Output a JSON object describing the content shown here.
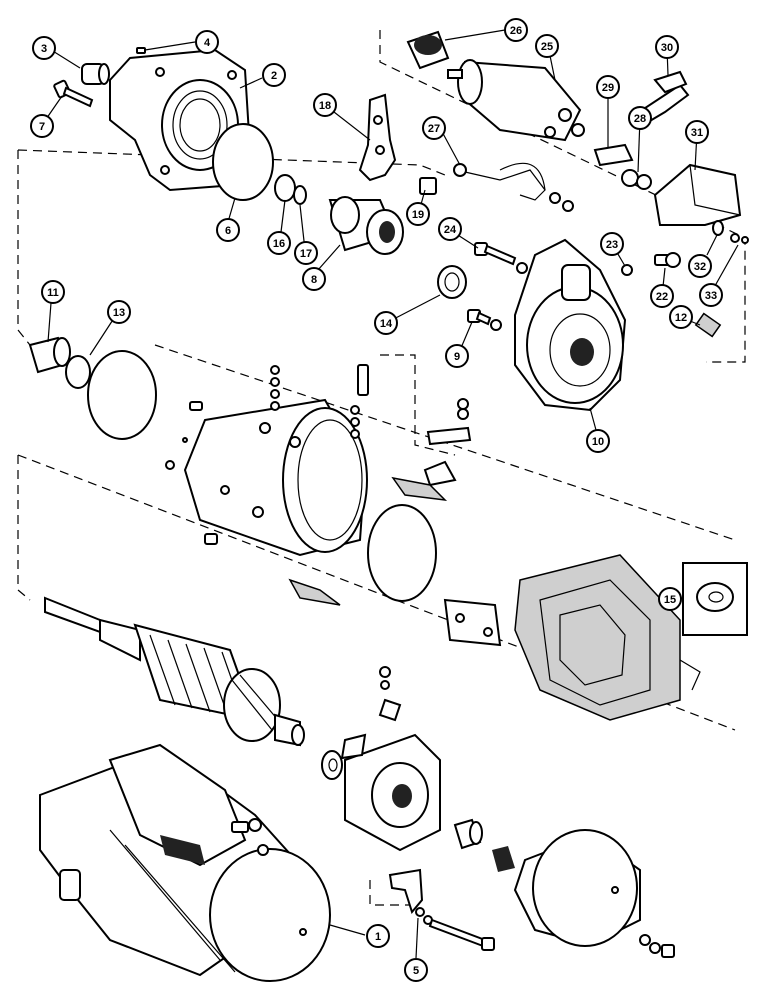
{
  "diagram": {
    "callouts": [
      {
        "id": "c1",
        "label": "1"
      },
      {
        "id": "c2",
        "label": "2"
      },
      {
        "id": "c3",
        "label": "3"
      },
      {
        "id": "c4",
        "label": "4"
      },
      {
        "id": "c5",
        "label": "5"
      },
      {
        "id": "c6",
        "label": "6"
      },
      {
        "id": "c7",
        "label": "7"
      },
      {
        "id": "c8",
        "label": "8"
      },
      {
        "id": "c9",
        "label": "9"
      },
      {
        "id": "c10",
        "label": "10"
      },
      {
        "id": "c11",
        "label": "11"
      },
      {
        "id": "c12",
        "label": "12"
      },
      {
        "id": "c13",
        "label": "13"
      },
      {
        "id": "c14",
        "label": "14"
      },
      {
        "id": "c15",
        "label": "15"
      },
      {
        "id": "c16",
        "label": "16"
      },
      {
        "id": "c17",
        "label": "17"
      },
      {
        "id": "c18",
        "label": "18"
      },
      {
        "id": "c19",
        "label": "19"
      },
      {
        "id": "c22",
        "label": "22"
      },
      {
        "id": "c23",
        "label": "23"
      },
      {
        "id": "c24",
        "label": "24"
      },
      {
        "id": "c25",
        "label": "25"
      },
      {
        "id": "c26",
        "label": "26"
      },
      {
        "id": "c27",
        "label": "27"
      },
      {
        "id": "c28",
        "label": "28"
      },
      {
        "id": "c29",
        "label": "29"
      },
      {
        "id": "c30",
        "label": "30"
      },
      {
        "id": "c31",
        "label": "31"
      },
      {
        "id": "c32",
        "label": "32"
      },
      {
        "id": "c33",
        "label": "33"
      }
    ]
  }
}
